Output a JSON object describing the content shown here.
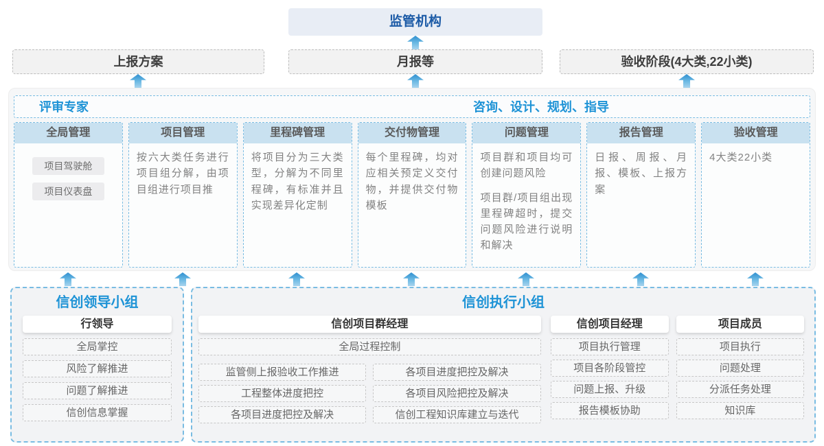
{
  "colors": {
    "accent_blue": "#1e93d6",
    "dark_blue": "#1b5aa6",
    "column_header_fill": "#c9e1f0",
    "arrow_blue": "#2f8fd0",
    "dashed_blue_border": "#79bce2"
  },
  "top": {
    "regulator_label": "监管机构"
  },
  "report_row": {
    "items": [
      {
        "label": "上报方案"
      },
      {
        "label": "月报等"
      },
      {
        "label": "验收阶段(4大类,22小类)"
      }
    ]
  },
  "platform": {
    "expert_label": "评审专家",
    "advisory_label": "咨询、设计、规划、指导",
    "columns": [
      {
        "title": "全局管理",
        "tags": [
          "项目驾驶舱",
          "项目仪表盘"
        ]
      },
      {
        "title": "项目管理",
        "paragraphs": [
          "按六大类任务进行项目组分解，由项目组进行项目推"
        ]
      },
      {
        "title": "里程碑管理",
        "paragraphs": [
          "将项目分为三大类型，分解为不同里程碑，有标准并且实现差异化定制"
        ]
      },
      {
        "title": "交付物管理",
        "paragraphs": [
          "每个里程碑，均对应相关预定义交付物，并提供交付物模板"
        ]
      },
      {
        "title": "问题管理",
        "paragraphs": [
          "项目群和项目均可创建问题风险",
          "项目群/项目组出现里程碑超时，提交问题风险进行说明和解决"
        ]
      },
      {
        "title": "报告管理",
        "paragraphs": [
          "日报、周报、月报、模板、上报方案"
        ]
      },
      {
        "title": "验收管理",
        "paragraphs": [
          "4大类22小类"
        ]
      }
    ]
  },
  "bottom": {
    "leader_group": {
      "title": "信创领导小组",
      "role": "行领导",
      "items": [
        "全局掌控",
        "风险了解推进",
        "问题了解推进",
        "信创信息掌握"
      ]
    },
    "exec_group": {
      "title": "信创执行小组",
      "program_manager": {
        "role": "信创项目群经理",
        "full_width_item": "全局过程控制",
        "left_items": [
          "监管侧上报验收工作推进",
          "工程整体进度把控",
          "各项目进度把控及解决"
        ],
        "right_items": [
          "各项目进度把控及解决",
          "各项目风险把控及解决",
          "信创工程知识库建立与迭代"
        ]
      },
      "project_manager": {
        "role": "信创项目经理",
        "items": [
          "项目执行管理",
          "项目各阶段管控",
          "问题上报、升级",
          "报告模板协助"
        ]
      },
      "project_member": {
        "role": "项目成员",
        "items": [
          "项目执行",
          "问题处理",
          "分派任务处理",
          "知识库"
        ]
      }
    }
  }
}
